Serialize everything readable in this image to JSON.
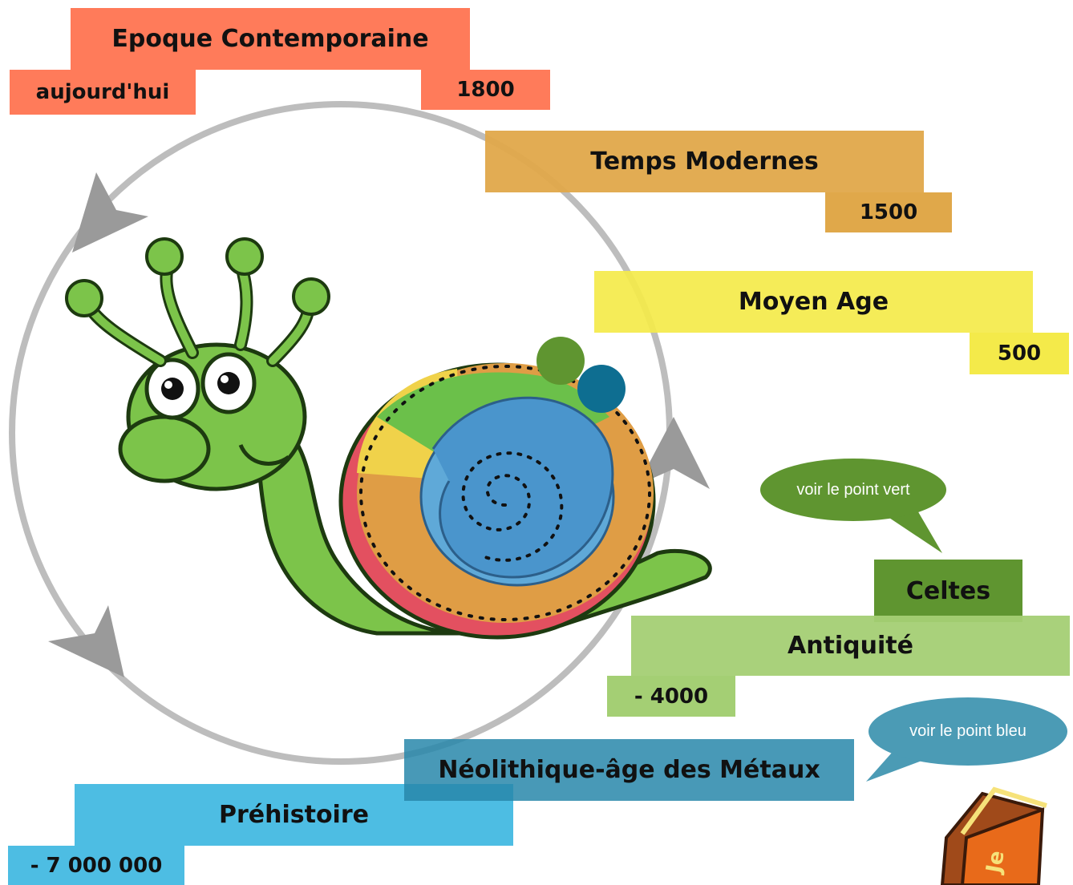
{
  "periods": {
    "contemporaine": {
      "title": "Epoque Contemporaine",
      "start": "1800",
      "end": "aujourd'hui",
      "color": "#ff7b5a"
    },
    "modernes": {
      "title": "Temps Modernes",
      "start": "1500",
      "color": "#e0a84a"
    },
    "moyen_age": {
      "title": "Moyen Age",
      "start": "500",
      "color": "#f4ea4a"
    },
    "antiquite": {
      "title": "Antiquité",
      "start": "- 4000",
      "color": "#a4cf74"
    },
    "neolithique": {
      "title": "Néolithique-âge des Métaux",
      "color": "#4b9bb5"
    },
    "prehistoire": {
      "title": "Préhistoire",
      "start": "- 7 000 000",
      "color": "#4dbde3"
    },
    "celtes": {
      "title": "Celtes",
      "color": "#5f9530"
    }
  },
  "bubbles": {
    "vert": {
      "text": "voir le point vert",
      "color": "#5f9530"
    },
    "bleu": {
      "text": "voir le point bleu",
      "color": "#4b9bb5"
    }
  },
  "dots": {
    "green": "#5f9530",
    "blue": "#0e6e91"
  },
  "book": {
    "text": "Je"
  }
}
